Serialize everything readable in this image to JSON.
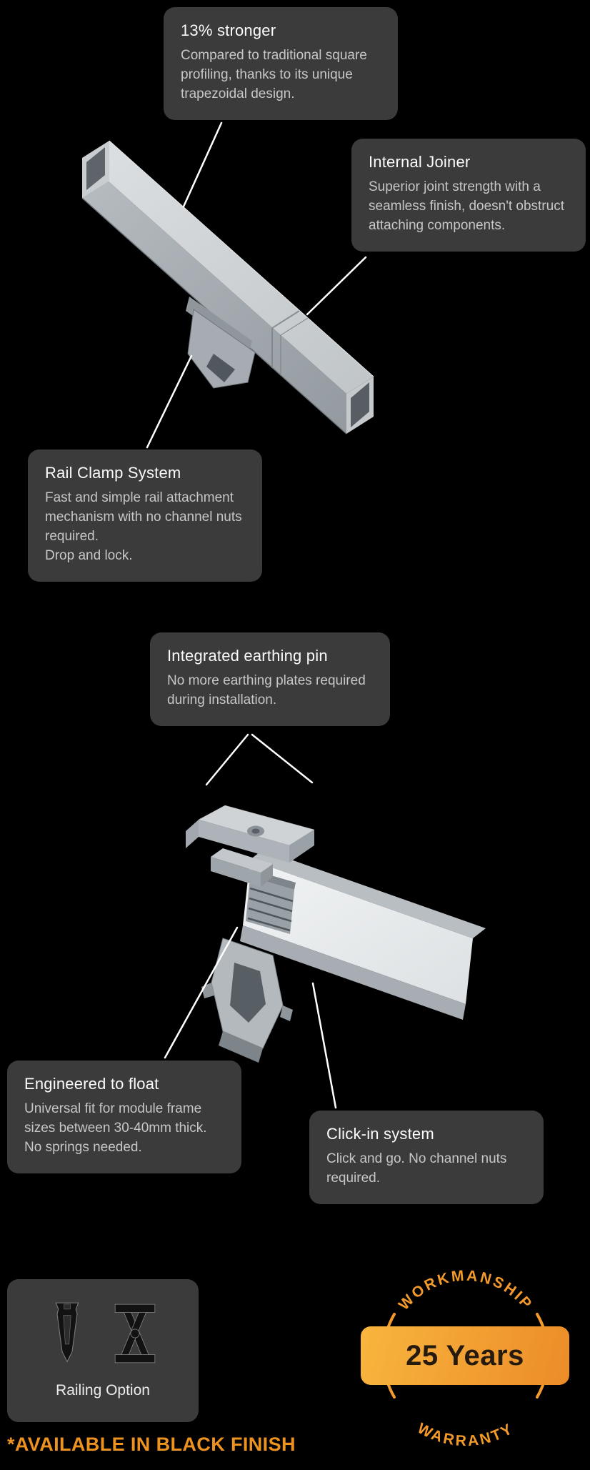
{
  "page": {
    "background": "#000000"
  },
  "colors": {
    "callout_bg": "#3b3b3c",
    "callout_title": "#fbfbfb",
    "callout_body": "#c7c7c7",
    "leader_line": "#ffffff",
    "accent_orange": "#F39A2B",
    "badge_gradient_start": "#F8B53E",
    "badge_gradient_end": "#EC8C28",
    "footer_orange": "#EE921F",
    "rail_light_gray": "#D8DBDD",
    "rail_mid_gray": "#A6ACB2"
  },
  "callouts": {
    "stronger": {
      "title": "13% stronger",
      "body": "Compared to traditional square profiling, thanks to its unique trapezoidal design."
    },
    "joiner": {
      "title": "Internal Joiner",
      "body": "Superior joint strength with a seamless finish, doesn't obstruct attaching components."
    },
    "clamp": {
      "title": "Rail Clamp System",
      "body": "Fast and simple rail attachment mechanism with no channel nuts required.",
      "body2": "Drop and lock."
    },
    "earthing": {
      "title": "Integrated earthing pin",
      "body": "No more earthing plates required during installation."
    },
    "float": {
      "title": "Engineered to float",
      "body": "Universal fit for module frame sizes between 30-40mm thick.",
      "body2": "No springs needed."
    },
    "clickin": {
      "title": "Click-in system",
      "body": "Click and go. No channel nuts required."
    }
  },
  "railing_option": {
    "label": "Railing Option"
  },
  "badge": {
    "top_text": "WORKMANSHIP",
    "bottom_text": "WARRANTY",
    "center_text": "25 Years"
  },
  "footer": {
    "note": "*AVAILABLE IN BLACK FINISH"
  },
  "icons": {
    "left_profile": "trapezoid-rail-profile-icon",
    "right_profile": "cross-rail-profile-icon",
    "badge": "warranty-seal-icon"
  }
}
